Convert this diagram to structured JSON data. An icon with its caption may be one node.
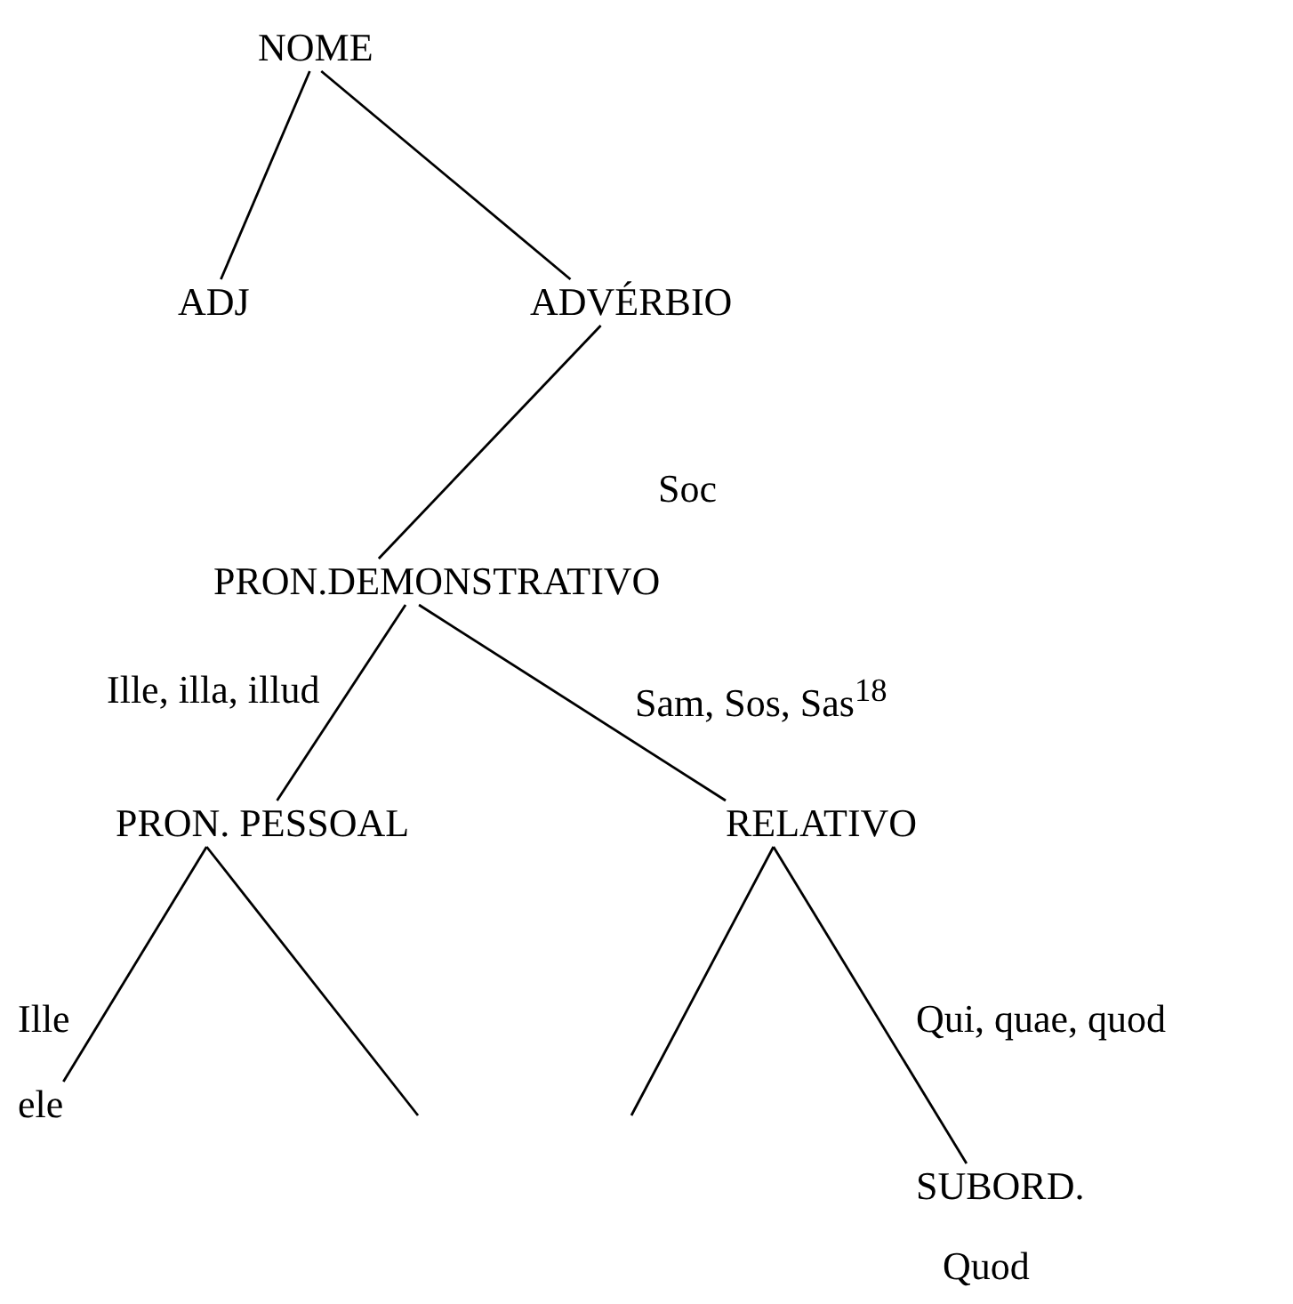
{
  "diagram": {
    "nodes": [
      {
        "text": [
          "NOME"
        ]
      },
      {
        "text": [
          "ADJ"
        ]
      },
      {
        "text": [
          "ADVÉRBIO"
        ]
      },
      {
        "text": [
          "PRON.DEMONSTRATIVO"
        ]
      },
      {
        "text": [
          "PRON. PESSOAL"
        ]
      },
      {
        "text": [
          "RELATIVO"
        ]
      },
      {
        "text": [
          "ele"
        ]
      },
      {
        "text": [
          "SUBORD.",
          "Quod"
        ]
      }
    ],
    "edges": [
      {
        "from": 0,
        "to": 1,
        "arrow": "none"
      },
      {
        "from": 0,
        "to": 2,
        "arrow": "none"
      },
      {
        "from": 2,
        "to": 3,
        "arrow": "none",
        "label": "Soc"
      },
      {
        "from": 3,
        "to": 4,
        "arrow": "none",
        "label": "Ille, illa, illud"
      },
      {
        "from": 3,
        "to": 5,
        "arrow": "none",
        "label": "Sam, Sos, Sas$^{18}$"
      },
      {
        "from": 4,
        "to": 6,
        "arrow": "none",
        "label": "Ille"
      },
      {
        "from": 4,
        "to": null,
        "arrow": "none"
      },
      {
        "from": 5,
        "to": null,
        "arrow": "none"
      },
      {
        "from": 5,
        "to": 7,
        "arrow": "none",
        "label": "Qui, quae, quod"
      }
    ]
  }
}
